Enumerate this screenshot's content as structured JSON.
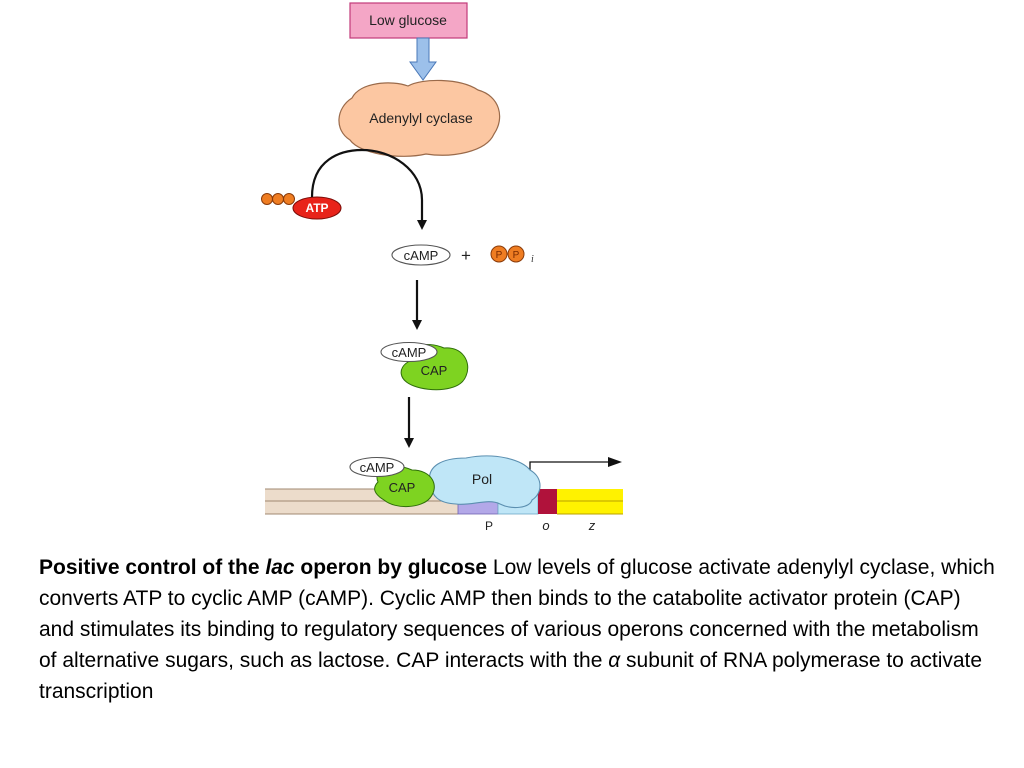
{
  "diagram": {
    "low_glucose": "Low glucose",
    "adenylyl_cyclase": "Adenylyl cyclase",
    "atp": "ATP",
    "camp": "cAMP",
    "plus": "+",
    "pi_p": "P",
    "pi_subscript": "i",
    "cap": "CAP",
    "pol": "Pol",
    "region_p": "P",
    "region_o": "o",
    "region_z": "z"
  },
  "caption": {
    "title_part1": "Positive control of the ",
    "title_italic": "lac",
    "title_part2": " operon by glucose",
    "body_part1": " Low levels of glucose activate adenylyl cyclase, which converts ATP to cyclic AMP (cAMP). Cyclic AMP then binds to the catabolite activator protein (CAP) and stimulates its binding to regulatory sequences of various operons concerned with the metabolism of alternative sugars, such as lactose. CAP interacts with the ",
    "alpha": "α",
    "body_part2": " subunit of RNA polymerase to activate transcription"
  },
  "colors": {
    "low_glucose_box": "#f4a6c6",
    "arrow_blue": "#9cc0ea",
    "adenylyl_cyclase": "#fcc7a2",
    "atp_red": "#e8231a",
    "phosphate_orange": "#ef7d22",
    "cap_green": "#7ed321",
    "pol_blue": "#bfe6f7",
    "dna_beige": "#ecdccb",
    "promoter_lavender": "#b3a8e8",
    "operator_crimson": "#b0123b",
    "gene_yellow": "#fff200"
  }
}
